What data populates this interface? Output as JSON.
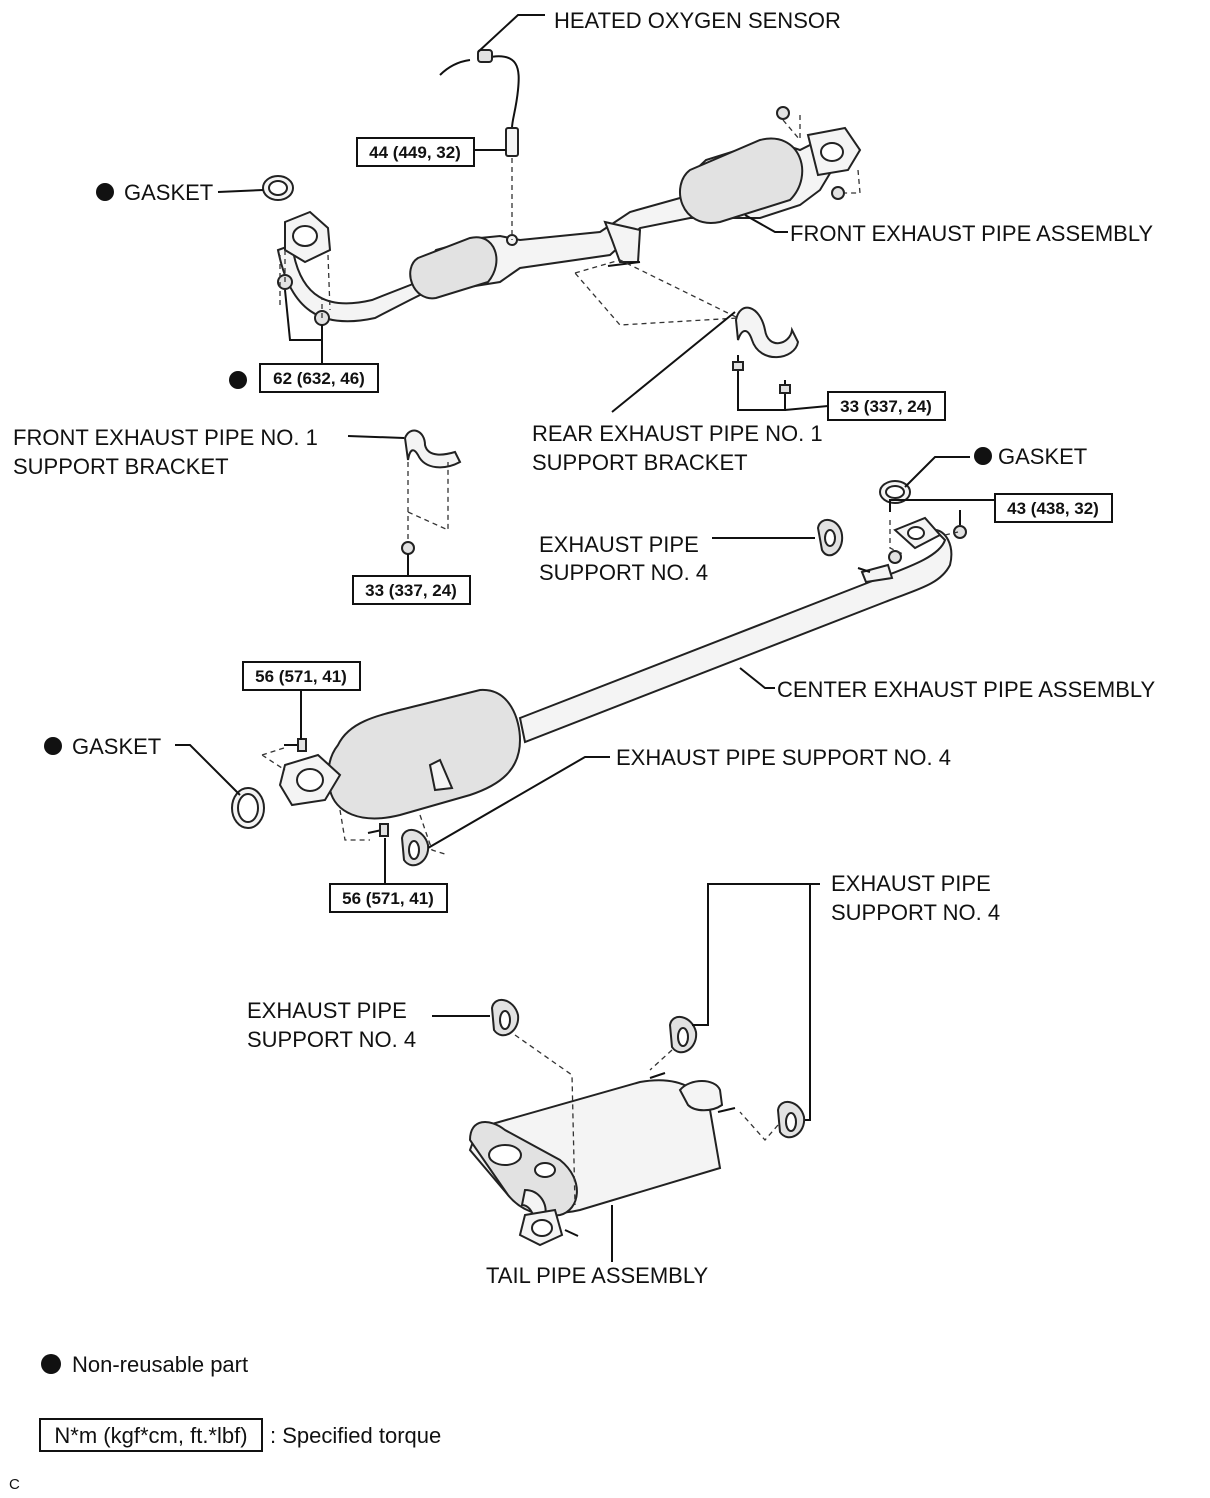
{
  "labels": {
    "heated_oxygen_sensor": "HEATED OXYGEN SENSOR",
    "gasket_front": "GASKET",
    "front_exhaust_pipe_assembly": "FRONT EXHAUST PIPE ASSEMBLY",
    "front_support_bracket_line1": "FRONT EXHAUST PIPE NO. 1",
    "front_support_bracket_line2": "SUPPORT BRACKET",
    "rear_support_bracket_line1": "REAR EXHAUST PIPE NO. 1",
    "rear_support_bracket_line2": "SUPPORT BRACKET",
    "gasket_center_front": "GASKET",
    "support_no4_a_line1": "EXHAUST PIPE",
    "support_no4_a_line2": "SUPPORT NO. 4",
    "center_exhaust_pipe_assembly": "CENTER EXHAUST PIPE ASSEMBLY",
    "gasket_center_rear": "GASKET",
    "support_no4_b": "EXHAUST PIPE SUPPORT NO. 4",
    "support_no4_c_line1": "EXHAUST PIPE",
    "support_no4_c_line2": "SUPPORT NO. 4",
    "support_no4_d_line1": "EXHAUST PIPE",
    "support_no4_d_line2": "SUPPORT NO. 4",
    "tail_pipe_assembly": "TAIL PIPE ASSEMBLY"
  },
  "torques": {
    "sensor": "44 (449, 32)",
    "front_flange": "62 (632, 46)",
    "rear_bracket": "33 (337, 24)",
    "front_bracket": "33 (337, 24)",
    "center_front_flange": "43 (438, 32)",
    "rear_flange_top": "56 (571, 41)",
    "rear_flange_bottom": "56 (571, 41)"
  },
  "legend": {
    "non_reusable": "Non-reusable part",
    "torque_unit": "N*m (kgf*cm, ft.*lbf)",
    "torque_desc": ": Specified torque"
  },
  "footer_code": "C"
}
